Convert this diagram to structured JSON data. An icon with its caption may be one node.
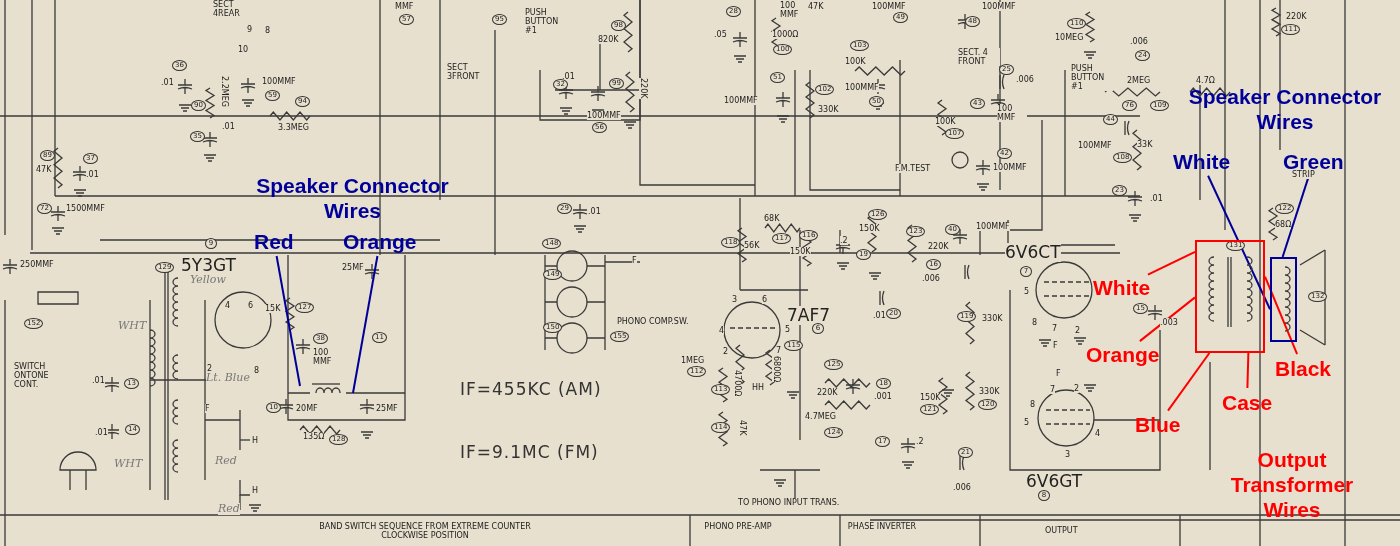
{
  "diagram": {
    "nodes": [
      {
        "text": [
          "Red"
        ]
      },
      {
        "text": [
          "Orange"
        ]
      },
      {
        "text": [
          "White"
        ]
      },
      {
        "text": [
          "Green"
        ]
      },
      {
        "text": [
          "White"
        ]
      },
      {
        "text": [
          "Orange"
        ]
      },
      {
        "text": [
          "Blue"
        ]
      },
      {
        "text": [
          "Case"
        ]
      },
      {
        "text": [
          "Black"
        ]
      },
      {
        "text": [],
        "shape": "box"
      },
      {
        "text": [],
        "shape": "box"
      }
    ],
    "edges": [
      {
        "from": 0,
        "to": null,
        "arrow": "none",
        "color": "#000099"
      },
      {
        "from": 1,
        "to": null,
        "arrow": "none",
        "color": "#000099"
      },
      {
        "from": 2,
        "to": 10,
        "arrow": "none",
        "color": "#000099"
      },
      {
        "from": 3,
        "to": 10,
        "arrow": "none",
        "color": "#000099"
      },
      {
        "from": 4,
        "to": 9,
        "arrow": "none"
      },
      {
        "from": 5,
        "to": 9,
        "arrow": "none"
      },
      {
        "from": 6,
        "to": 9,
        "arrow": "none"
      },
      {
        "from": 7,
        "to": 9,
        "arrow": "none"
      },
      {
        "from": 8,
        "to": 9,
        "arrow": "none"
      }
    ],
    "labels": [
      "SECT 4REAR",
      "9",
      "8",
      "10",
      "MMF",
      "57",
      "36",
      ".01",
      "90",
      "2.2MEG",
      "100MMF",
      "59",
      "94",
      "3.3MEG",
      "35",
      ".01",
      "SECT 3FRONT",
      "PUSH BUTTON #1",
      "95",
      "820K",
      "98",
      ".01",
      "32",
      "99",
      "100MMF",
      "56",
      "220K",
      "28",
      ".05",
      "100 MMF",
      "1000Ω",
      "100",
      "47K",
      "51",
      "100MMF",
      "102",
      "330K",
      "103",
      "100K",
      "100MMF",
      "50",
      "100MMF",
      "49",
      "100MMF",
      "48",
      "SECT. 4 FRONT",
      "110",
      "10MEG",
      ".006",
      "24",
      "25",
      ".006",
      "PUSH BUTTON #1",
      "2MEG",
      "4.7Ω",
      "43",
      "100 MMF",
      "76",
      "109",
      "100K",
      "107",
      "44",
      "100MMF",
      "33K",
      "108",
      "F.M.TEST",
      "42",
      "100MMF",
      "23",
      ".01",
      "220K",
      "111",
      "89",
      "47K",
      "37",
      ".01",
      "72",
      "1500MMF",
      "29",
      ".01",
      "68K",
      "117",
      "118",
      "56K",
      "116",
      "150K",
      ".2",
      "19",
      "126",
      "150K",
      "123",
      "40",
      "100MMF",
      "220K",
      "122",
      "68Ω",
      "STRIP",
      "250MMF",
      "9",
      "25MF",
      "16",
      "6V6CT",
      "7",
      "131",
      "5Y3GT",
      "129",
      "148",
      "F",
      "Yellow",
      "4",
      "6",
      "15K",
      "127",
      "152",
      "WHT",
      "149",
      ".006",
      "5",
      "3",
      "6",
      "7AF7",
      ".01",
      "20",
      "119",
      "330K",
      "15",
      ".003",
      "132",
      "38",
      "11",
      "150",
      "155",
      "PHONO COMP.SW.",
      "4",
      "5",
      "6",
      "100 MMF",
      "SWITCH ONTONE CONT.",
      ".01",
      "13",
      "2",
      "8",
      "Lt. Blue",
      "8",
      "7",
      "2",
      "2",
      "7",
      "115",
      "6800Ω",
      "1MEG",
      "112",
      "F",
      "125",
      "18",
      "220K",
      ".001",
      "113",
      "4700Ω",
      "HH",
      "IF=455KC (AM)",
      "F",
      "7",
      "2",
      "F",
      "10",
      "20MF",
      "25MF",
      "150K",
      "121",
      "330K",
      "120",
      "8",
      ".01",
      "14",
      "H",
      "135Ω",
      "128",
      "114",
      "47K",
      "4.7MEG",
      "124",
      "17",
      ".2",
      "5",
      "4",
      "WHT",
      "Red",
      "IF=9.1MC (FM)",
      "21",
      "3",
      "Red",
      "H",
      "TO PHONO INPUT TRANS.",
      ".006",
      "6V6GT",
      "8",
      "BAND SWITCH SEQUENCE FROM EXTREME COUNTER CLOCKWISE POSITION",
      "PHONO PRE-AMP",
      "PHASE INVERTER",
      "OUTPUT",
      "Speaker Connector Wires",
      "Speaker Connector Wires",
      "Output Transformer Wires"
    ]
  }
}
